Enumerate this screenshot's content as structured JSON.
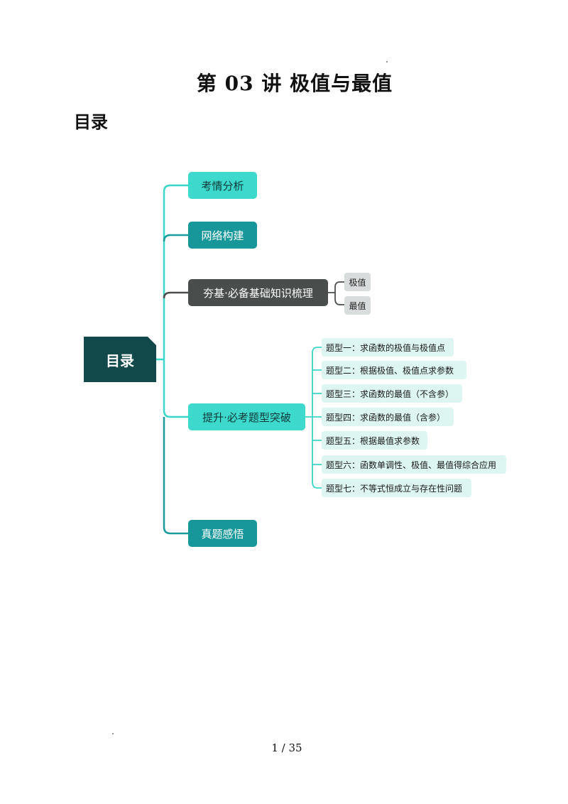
{
  "document": {
    "title": "第 03 讲  极值与最值",
    "toc_heading": "目录",
    "page_number": "1  /  35"
  },
  "mindmap": {
    "root": "目录",
    "branch_1": "考情分析",
    "branch_2": "网络构建",
    "branch_3": "夯基·必备基础知识梳理",
    "branch_3_children": [
      "极值",
      "最值"
    ],
    "branch_4": "提升·必考题型突破",
    "branch_4_children": [
      "题型一：求函数的极值与极值点",
      "题型二：根据极值、极值点求参数",
      "题型三：求函数的最值（不含参）",
      "题型四：求函数的最值（含参）",
      "题型五：根据最值求参数",
      "题型六：函数单调性、极值、最值得综合应用",
      "题型七：不等式恒成立与存在性问题"
    ],
    "branch_5": "真题感悟"
  },
  "colors": {
    "light_teal": "#3dd9cc",
    "teal": "#17979a",
    "dark_grey": "#494e4d",
    "root_dark": "#124a4b",
    "mint": "#ddf6f1"
  }
}
